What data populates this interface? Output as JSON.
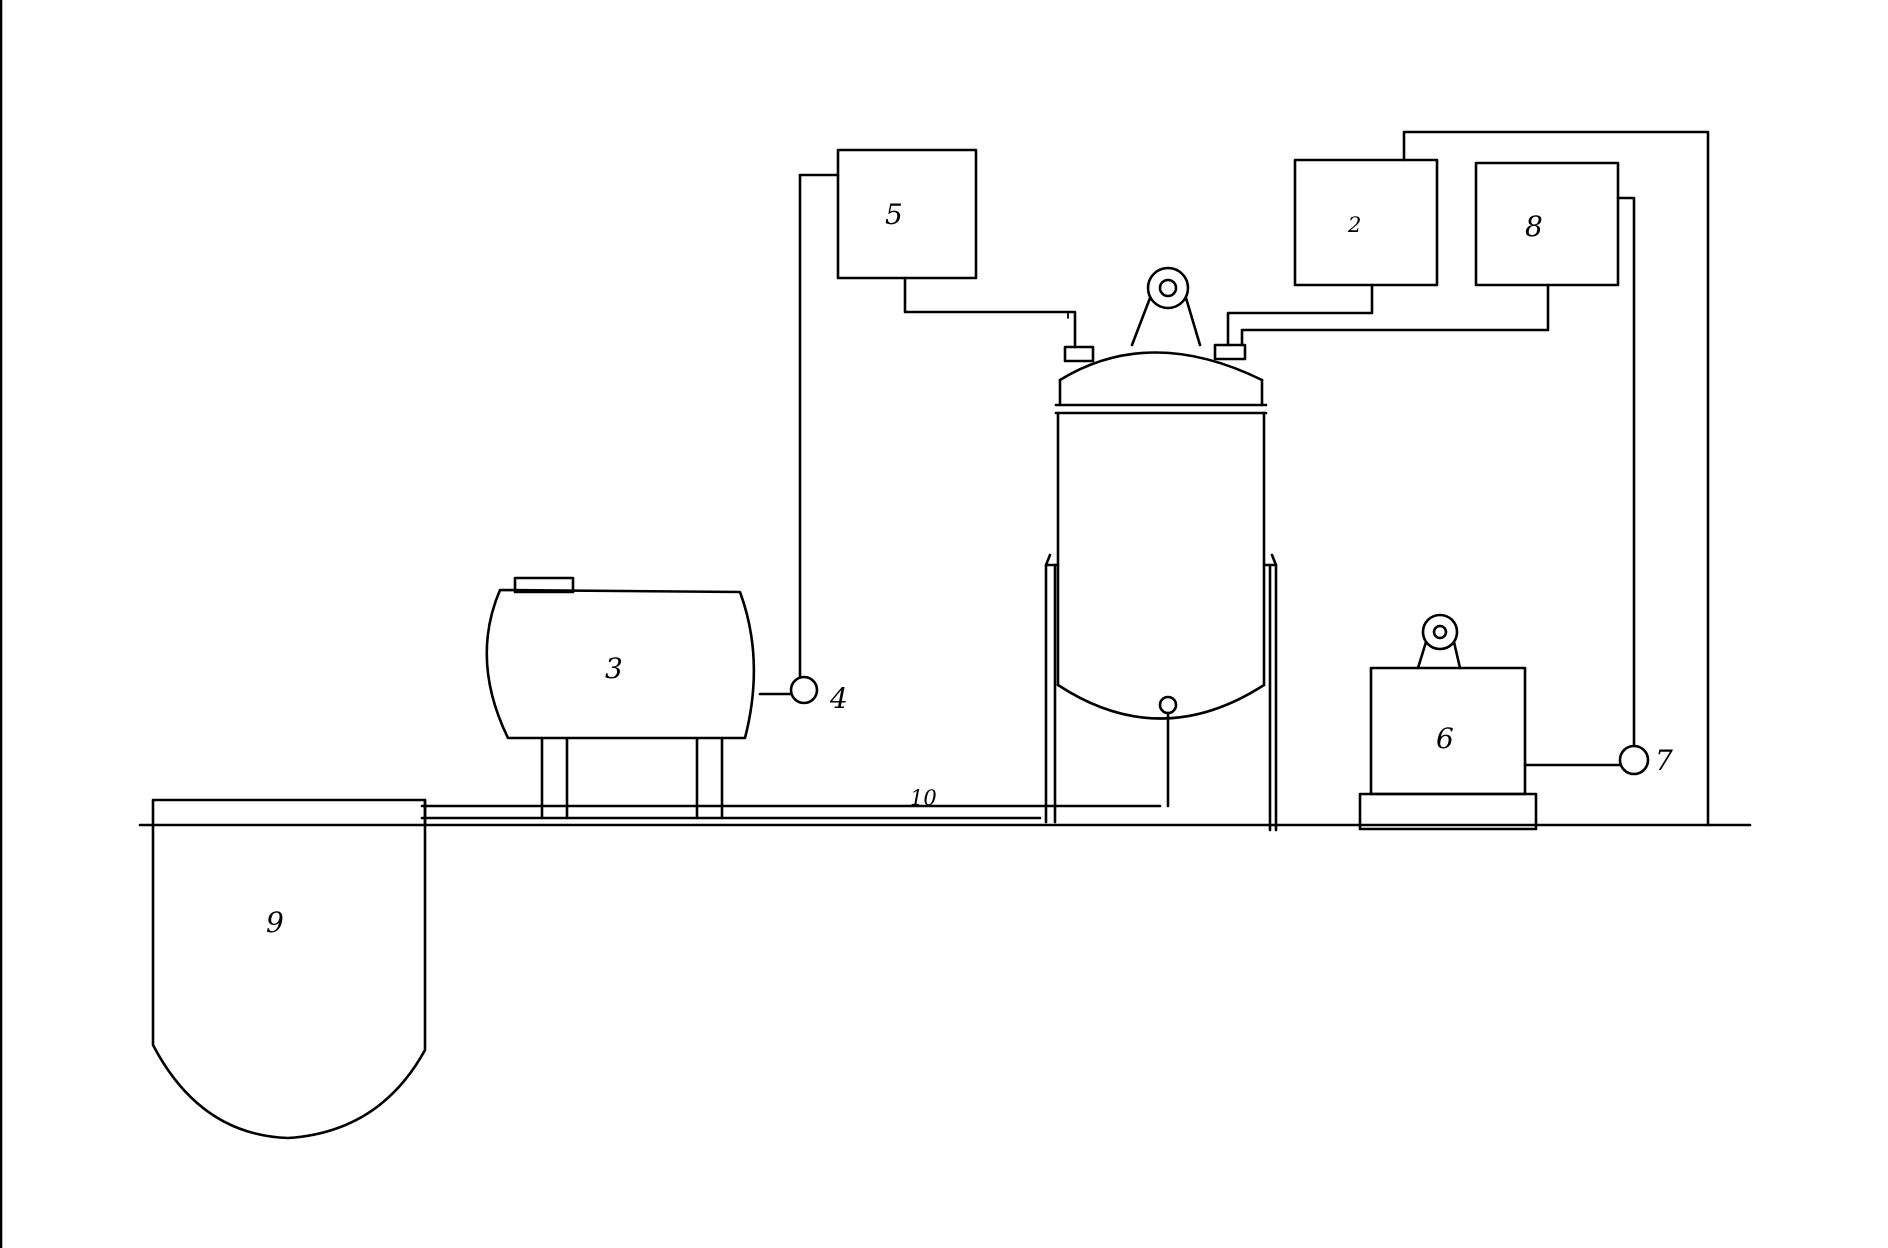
{
  "labels": {
    "agitated_reactor_top_right_tank": "2",
    "horizontal_tank": "3",
    "pump_a": "4",
    "top_left_tank": "5",
    "small_mixer": "6",
    "pump_b": "7",
    "top_right_tank": "8",
    "pit_tank": "9",
    "pipeline": "10"
  },
  "colors": {
    "line": "#000000",
    "background": "#ffffff"
  }
}
